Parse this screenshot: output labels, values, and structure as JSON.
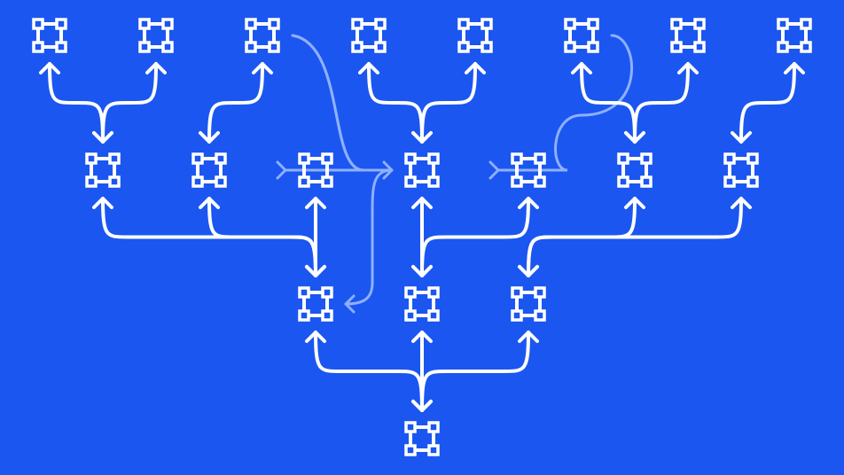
{
  "colors": {
    "background": "#1b56f0",
    "foreground": "#ffffff",
    "faded": "#8fb0ff"
  },
  "node_icon": "bounding-box-icon",
  "tree": {
    "rows": [
      8,
      7,
      3,
      1
    ],
    "edges": [
      {
        "from": "r0n0",
        "to": "r1n0",
        "style": "solid"
      },
      {
        "from": "r0n1",
        "to": "r1n0",
        "style": "solid"
      },
      {
        "from": "r0n2",
        "to": "r1n1",
        "style": "solid"
      },
      {
        "from": "r0n3",
        "to": "r1n3",
        "style": "solid"
      },
      {
        "from": "r0n4",
        "to": "r1n3",
        "style": "solid"
      },
      {
        "from": "r0n5",
        "to": "r1n5",
        "style": "solid"
      },
      {
        "from": "r0n6",
        "to": "r1n5",
        "style": "solid"
      },
      {
        "from": "r0n7",
        "to": "r1n6",
        "style": "solid"
      },
      {
        "from": "r1n0",
        "to": "r2n0",
        "style": "solid"
      },
      {
        "from": "r1n1",
        "to": "r2n0",
        "style": "solid"
      },
      {
        "from": "r1n2",
        "to": "r2n0",
        "style": "solid"
      },
      {
        "from": "r1n3",
        "to": "r2n1",
        "style": "solid"
      },
      {
        "from": "r1n4",
        "to": "r2n1",
        "style": "solid"
      },
      {
        "from": "r1n5",
        "to": "r2n2",
        "style": "solid"
      },
      {
        "from": "r1n6",
        "to": "r2n2",
        "style": "solid"
      },
      {
        "from": "r2n0",
        "to": "r3n0",
        "style": "solid"
      },
      {
        "from": "r2n1",
        "to": "r3n0",
        "style": "solid"
      },
      {
        "from": "r2n2",
        "to": "r3n0",
        "style": "solid"
      },
      {
        "from": "r0n2",
        "to": "r1n2",
        "style": "faded"
      },
      {
        "from": "r0n2",
        "to": "r1n3",
        "style": "faded"
      },
      {
        "from": "r1n3",
        "to": "r2n0",
        "style": "faded"
      },
      {
        "from": "r0n5",
        "to": "r1n4",
        "style": "faded"
      }
    ]
  }
}
